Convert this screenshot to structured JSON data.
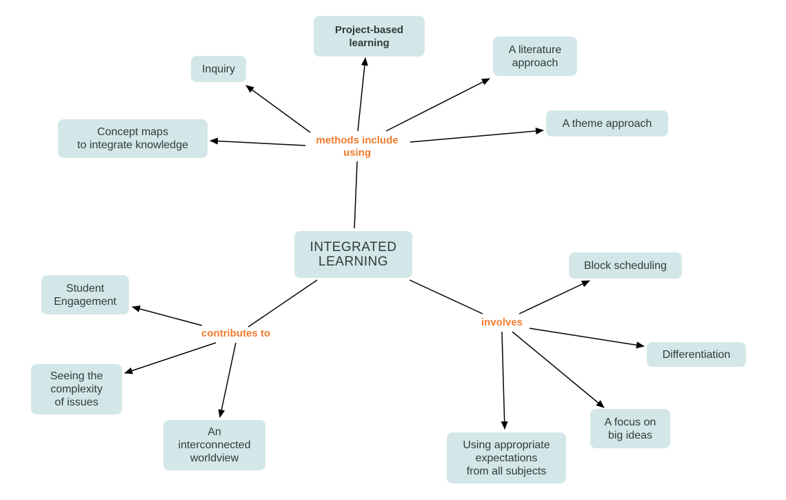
{
  "diagram": {
    "central": {
      "label": "INTEGRATED\nLEARNING"
    },
    "linking_phrases": {
      "methods": "methods include\nusing",
      "contributes": "contributes to",
      "involves": "involves"
    },
    "concepts": {
      "project_based": "Project-based\nlearning",
      "inquiry": "Inquiry",
      "literature": "A literature\napproach",
      "theme": "A theme approach",
      "concept_maps": "Concept maps\nto integrate knowledge",
      "student_engagement": "Student\nEngagement",
      "complexity": "Seeing the\ncomplexity\nof issues",
      "worldview": "An\ninterconnected\nworldview",
      "block_scheduling": "Block scheduling",
      "differentiation": "Differentiation",
      "big_ideas": "A focus on\nbig ideas",
      "expectations": "Using appropriate\nexpectations\nfrom all subjects"
    },
    "colors": {
      "node_fill": "#d4e7e8",
      "node_text": "#2f3a3d",
      "link_text": "#f07b2e",
      "edge": "#000000"
    }
  }
}
